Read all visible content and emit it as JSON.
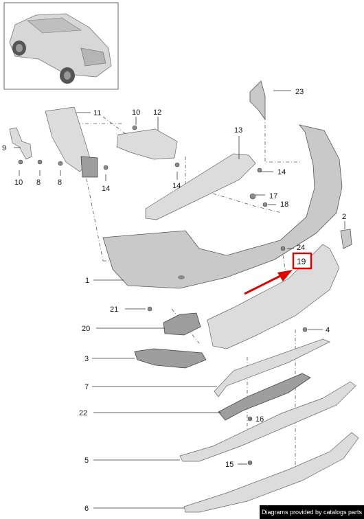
{
  "callouts": {
    "c1": "1",
    "c2": "2",
    "c3": "3",
    "c4": "4",
    "c5": "5",
    "c6": "6",
    "c7": "7",
    "c8a": "8",
    "c8b": "8",
    "c9": "9",
    "c10a": "10",
    "c10b": "10",
    "c11": "11",
    "c12": "12",
    "c13": "13",
    "c14a": "14",
    "c14b": "14",
    "c14c": "14",
    "c15": "15",
    "c16": "16",
    "c17": "17",
    "c18": "18",
    "c19": "19",
    "c20": "20",
    "c21": "21",
    "c22": "22",
    "c23": "23",
    "c24": "24"
  },
  "highlight": {
    "label": "19",
    "color": "#e00000"
  },
  "colors": {
    "part_fill": "#c9c9c9",
    "part_dark": "#9e9e9e",
    "line": "#333333",
    "arrow": "#e00000"
  },
  "footer": {
    "credit": "Diagrams provided by catalogs parts"
  }
}
